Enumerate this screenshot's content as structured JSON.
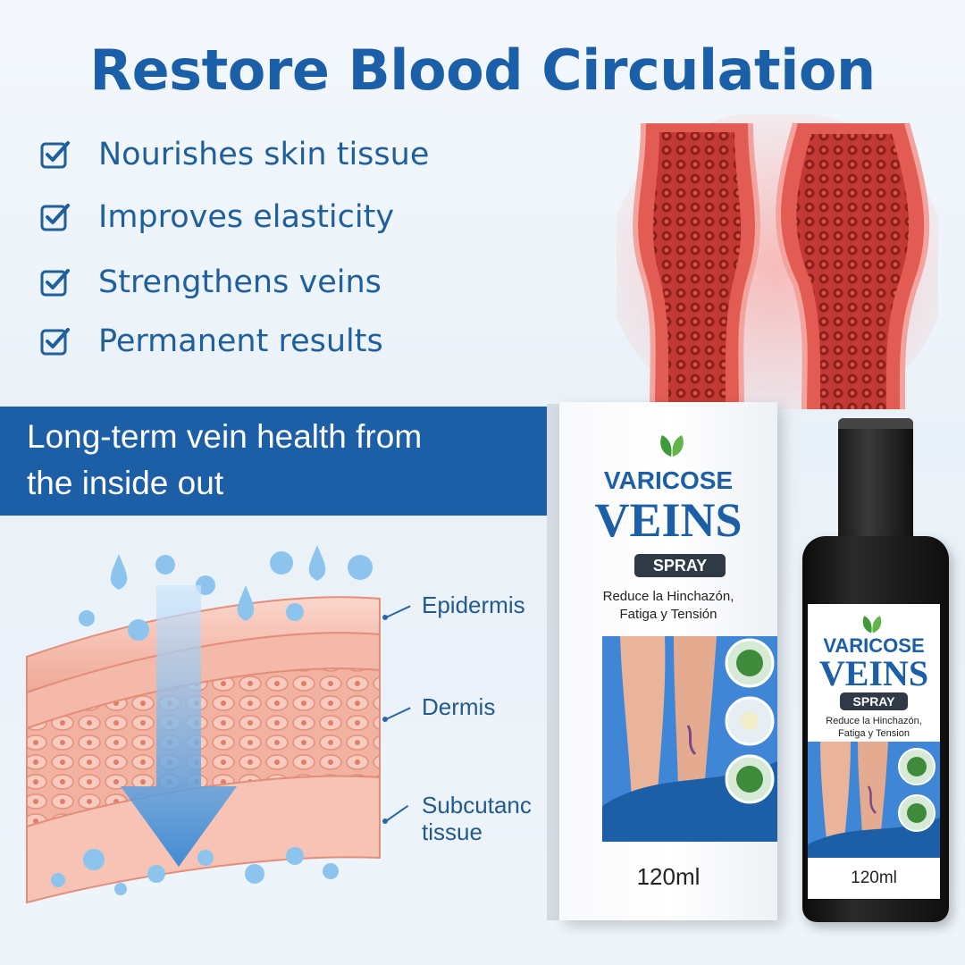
{
  "headline": "Restore Blood Circulation",
  "benefits": [
    "Nourishes skin tissue",
    "Improves elasticity",
    "Strengthens veins",
    "Permanent results"
  ],
  "banner": {
    "line1": "Long-term vein health from",
    "line2": "the inside out"
  },
  "skin_layers": {
    "epidermis": "Epidermis",
    "dermis": "Dermis",
    "subcutaneous_line1": "Subcutanc",
    "subcutaneous_line2": "tissue"
  },
  "product": {
    "brand_line1": "VARICOSE",
    "brand_line2": "VEINS",
    "badge": "SPRAY",
    "box_subtitle_line1": "Reduce la Hinchazón,",
    "box_subtitle_line2": "Fatiga y Tensión",
    "bottle_subtitle_line1": "Reduce la Hinchazón,",
    "bottle_subtitle_line2": "Fatiga y Tension",
    "volume": "120ml"
  },
  "colors": {
    "primary_blue": "#1c5fa6",
    "vein_red": "#e04a47",
    "skin_pink": "#f1a999",
    "droplet_blue": "#8cc4ee"
  },
  "icons": {
    "benefit_bullet": "checkbox-check-icon",
    "brand_mark": "leaf-icon"
  }
}
